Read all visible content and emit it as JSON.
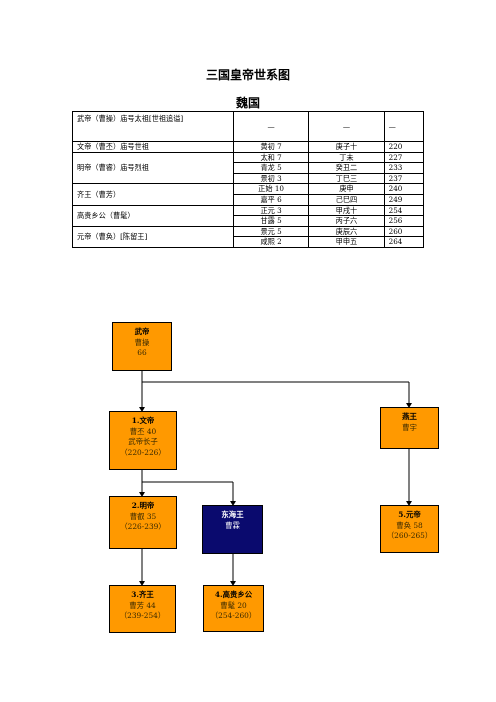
{
  "header": {
    "title": "三国皇帝世系图",
    "subtitle": "魏国"
  },
  "reign_table": {
    "rows": [
      {
        "ruler": "武帝（曹操）庙号太祖[世祖追谥]",
        "era": "—",
        "ganzhi": "—",
        "year": "—"
      },
      {
        "ruler": "文帝（曹丕）庙号世祖",
        "era": "黄初 7",
        "ganzhi": "庚子十",
        "year": "220"
      },
      {
        "ruler": "明帝（曹睿）庙号烈祖",
        "era": "太和 7",
        "ganzhi": "丁未",
        "year": "227"
      },
      {
        "ruler": "",
        "era": "青龙 5",
        "ganzhi": "癸丑二",
        "year": "233"
      },
      {
        "ruler": "",
        "era": "景初 3",
        "ganzhi": "丁巳三",
        "year": "237"
      },
      {
        "ruler": "齐王（曹芳）",
        "era": "正始 10",
        "ganzhi": "庚申",
        "year": "240"
      },
      {
        "ruler": "",
        "era": "嘉平 6",
        "ganzhi": "己巳四",
        "year": "249"
      },
      {
        "ruler": "高贵乡公（曹髦）",
        "era": "正元 3",
        "ganzhi": "甲戌十",
        "year": "254"
      },
      {
        "ruler": "",
        "era": "甘露 5",
        "ganzhi": "丙子六",
        "year": "256"
      },
      {
        "ruler": "元帝（曹奂）[陈留王]",
        "era": "景元 5",
        "ganzhi": "庚辰六",
        "year": "260"
      },
      {
        "ruler": "",
        "era": "咸熙 2",
        "ganzhi": "甲申五",
        "year": "264"
      }
    ]
  },
  "family_tree": {
    "wudi": {
      "name": "武帝",
      "person": "曹操",
      "note": "66"
    },
    "wendi": {
      "name": "1.文帝",
      "person": "曹丕 40",
      "note": "武帝长子",
      "reign": "（220-226）"
    },
    "weiwang": {
      "name": "燕王",
      "person": "曹宇"
    },
    "mingdi": {
      "name": "2.明帝",
      "person": "曹叡 35",
      "reign": "（226-239）"
    },
    "donghai": {
      "name": "东海王",
      "person": "曹霖"
    },
    "yuandi": {
      "name": "5.元帝",
      "person": "曹奂 58",
      "reign": "（260-265）"
    },
    "qiwang": {
      "name": "3.齐王",
      "person": "曹芳 44",
      "reign": "（239-254）"
    },
    "gaogui": {
      "name": "4.高贵乡公",
      "person": "曹髦 20",
      "reign": "（254-260）"
    }
  },
  "colors": {
    "orange": "#ff9900",
    "navy": "#0a0a6e"
  }
}
